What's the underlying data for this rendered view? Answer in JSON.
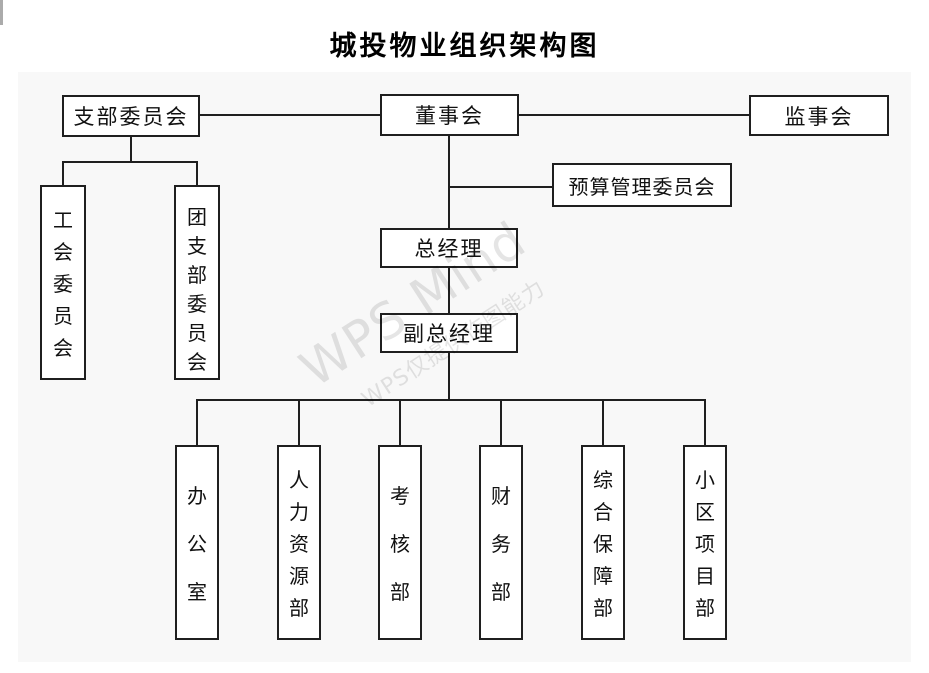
{
  "title": "城投物业组织架构图",
  "watermark": {
    "brand": "WPS Mind",
    "note": "WPS仅提供作图能力"
  },
  "colors": {
    "line": "#1f1f1f",
    "canvas_bg": "#f8f8f8",
    "box_bg": "#ffffff",
    "watermark_text": "rgba(0,0,0,0.10)"
  },
  "nodes": {
    "branch_committee": "支部委员会",
    "board_of_directors": "董事会",
    "supervisory_board": "监事会",
    "budget_management_committee": "预算管理委员会",
    "general_manager": "总经理",
    "deputy_general_manager": "副总经理",
    "union_committee": "工会委员会",
    "youth_league_branch_committee": "团支部委员会",
    "departments": [
      "办公室",
      "人力资源部",
      "考核部",
      "财务部",
      "综合保障部",
      "小区项目部"
    ]
  }
}
